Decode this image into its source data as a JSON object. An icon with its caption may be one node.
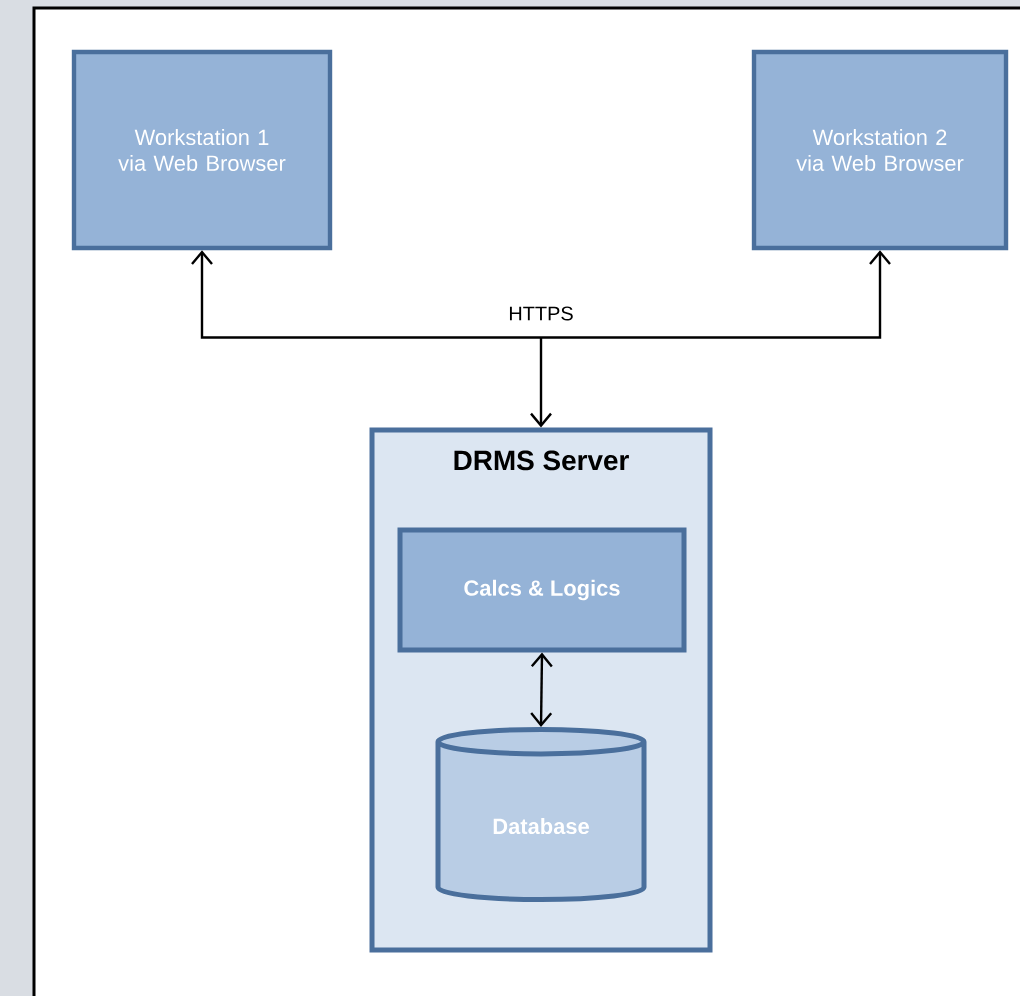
{
  "diagram": {
    "nodes": [
      {
        "text": [
          "Workstation 1 via Web Browser"
        ]
      },
      {
        "text": [
          "Workstation 2 via Web Browser"
        ]
      },
      {
        "text": [
          "DRMS Server"
        ]
      },
      {
        "text": [
          "Calcs & Logics"
        ],
        "in": 2
      },
      {
        "text": [
          "Database"
        ],
        "in": 2
      }
    ],
    "edges": [
      {
        "from": 2,
        "to": 0,
        "arrow": "both",
        "label": "HTTPS"
      },
      {
        "from": 2,
        "to": 1,
        "arrow": "both"
      },
      {
        "from": 3,
        "to": 4,
        "arrow": "both"
      }
    ]
  }
}
